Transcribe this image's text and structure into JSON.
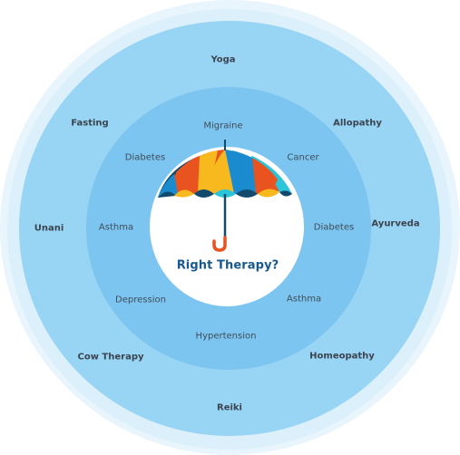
{
  "center": {
    "title": "Right Therapy?"
  },
  "therapies": [
    {
      "id": "yoga",
      "label": "Yoga"
    },
    {
      "id": "allopathy",
      "label": "Allopathy"
    },
    {
      "id": "ayurveda",
      "label": "Ayurveda"
    },
    {
      "id": "homeopathy",
      "label": "Homeopathy"
    },
    {
      "id": "reiki",
      "label": "Reiki"
    },
    {
      "id": "cow-therapy",
      "label": "Cow Therapy"
    },
    {
      "id": "unani",
      "label": "Unani"
    },
    {
      "id": "fasting",
      "label": "Fasting"
    }
  ],
  "conditions": [
    {
      "id": "migraine",
      "label": "Migraine"
    },
    {
      "id": "cancer",
      "label": "Cancer"
    },
    {
      "id": "diabetes-right",
      "label": "Diabetes"
    },
    {
      "id": "asthma-right",
      "label": "Asthma"
    },
    {
      "id": "hypertension",
      "label": "Hypertension"
    },
    {
      "id": "depression",
      "label": "Depression"
    },
    {
      "id": "asthma-left",
      "label": "Asthma"
    },
    {
      "id": "diabetes-left",
      "label": "Diabetes"
    }
  ],
  "colors": {
    "outer_ring": "#98d4f4",
    "inner_ring": "#7cc5f0",
    "umbrella_orange": "#e8531f",
    "umbrella_yellow": "#f7b91d",
    "umbrella_blue": "#1b8bd0",
    "umbrella_teal": "#2bc4d8",
    "umbrella_navy": "#124a6e",
    "title": "#17598c"
  }
}
